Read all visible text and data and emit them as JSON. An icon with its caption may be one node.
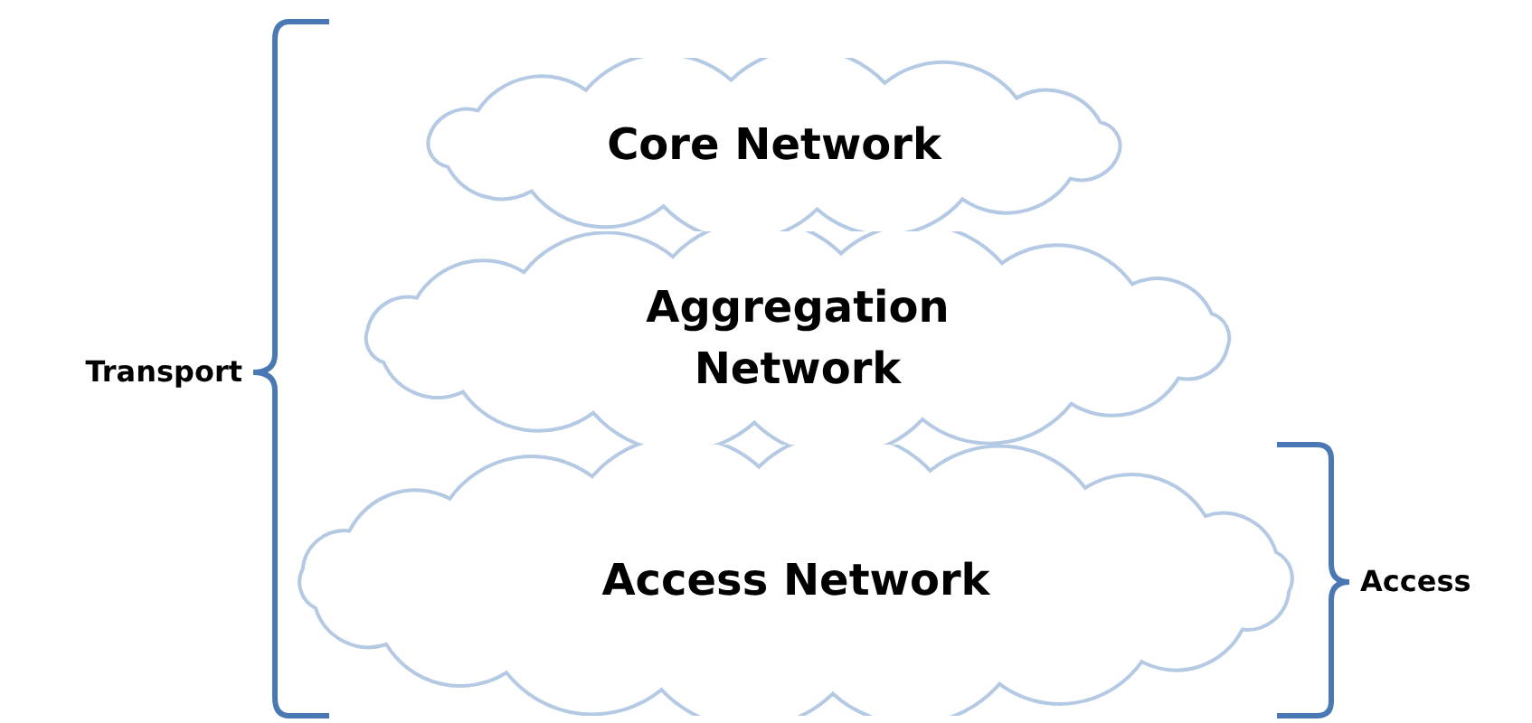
{
  "diagram": {
    "nodes": [
      {
        "text": [
          "Core Network"
        ]
      },
      {
        "text": [
          "Aggregation Network"
        ]
      },
      {
        "text": [
          "Access Network"
        ]
      }
    ],
    "labels": [
      "Transport",
      "Access"
    ]
  }
}
